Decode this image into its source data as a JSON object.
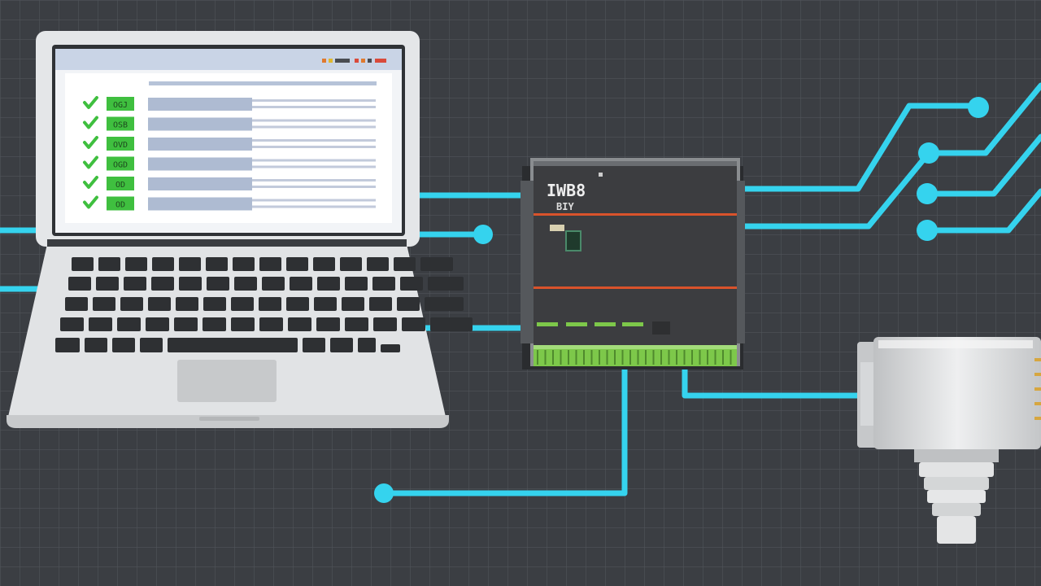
{
  "colors": {
    "background": "#3b3e43",
    "grid": "#4e5258",
    "wire": "#35d3ee",
    "laptop_body": "#dfe1e3",
    "key": "#2e3033",
    "check_green": "#3fbf3f",
    "module_body": "#3c3d40",
    "module_stripe": "#d9532b",
    "terminal_green": "#7dc84a"
  },
  "laptop": {
    "screen_rows": [
      {
        "status": "ok",
        "tag": "OGJ"
      },
      {
        "status": "ok",
        "tag": "OSB"
      },
      {
        "status": "ok",
        "tag": "OVD"
      },
      {
        "status": "ok",
        "tag": "OGD"
      },
      {
        "status": "ok",
        "tag": "OD"
      },
      {
        "status": "ok",
        "tag": "OD"
      }
    ]
  },
  "module": {
    "label_line1": "IWB8",
    "label_line2": "BIY"
  },
  "icons": [
    "laptop-icon",
    "io-module-icon",
    "sensor-icon",
    "check-icon"
  ]
}
